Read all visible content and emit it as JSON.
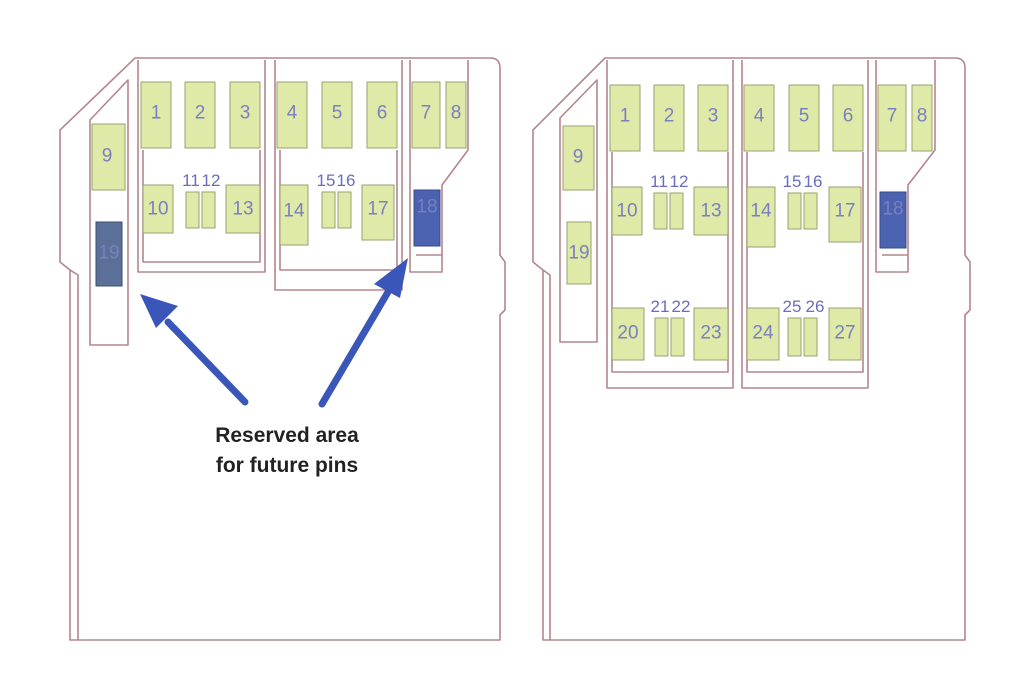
{
  "colors": {
    "card_outline": "#b4868e",
    "pin_fill": "#dfeaa8",
    "pin_stroke": "#9aa070",
    "pin_number": "#7a7fbf",
    "reserved_pin": "#5a7098",
    "reserved_pin_alt": "#4a62b0",
    "arrow": "#3a56b8",
    "annotation_text": "#222222"
  },
  "annotation": {
    "line1": "Reserved area",
    "line2": "for future pins"
  },
  "cards": [
    {
      "id": "left-card",
      "pins": [
        {
          "num": "1",
          "style": "contact"
        },
        {
          "num": "2",
          "style": "contact"
        },
        {
          "num": "3",
          "style": "contact"
        },
        {
          "num": "4",
          "style": "contact"
        },
        {
          "num": "5",
          "style": "contact"
        },
        {
          "num": "6",
          "style": "contact"
        },
        {
          "num": "7",
          "style": "contact"
        },
        {
          "num": "8",
          "style": "contact"
        },
        {
          "num": "9",
          "style": "contact"
        },
        {
          "num": "10",
          "style": "contact"
        },
        {
          "num": "11",
          "style": "small"
        },
        {
          "num": "12",
          "style": "small"
        },
        {
          "num": "13",
          "style": "contact"
        },
        {
          "num": "14",
          "style": "contact"
        },
        {
          "num": "15",
          "style": "small"
        },
        {
          "num": "16",
          "style": "small"
        },
        {
          "num": "17",
          "style": "contact"
        },
        {
          "num": "18",
          "style": "reserved"
        },
        {
          "num": "19",
          "style": "reserved"
        }
      ]
    },
    {
      "id": "right-card",
      "pins": [
        {
          "num": "1",
          "style": "contact"
        },
        {
          "num": "2",
          "style": "contact"
        },
        {
          "num": "3",
          "style": "contact"
        },
        {
          "num": "4",
          "style": "contact"
        },
        {
          "num": "5",
          "style": "contact"
        },
        {
          "num": "6",
          "style": "contact"
        },
        {
          "num": "7",
          "style": "contact"
        },
        {
          "num": "8",
          "style": "contact"
        },
        {
          "num": "9",
          "style": "contact"
        },
        {
          "num": "10",
          "style": "contact"
        },
        {
          "num": "11",
          "style": "small"
        },
        {
          "num": "12",
          "style": "small"
        },
        {
          "num": "13",
          "style": "contact"
        },
        {
          "num": "14",
          "style": "contact"
        },
        {
          "num": "15",
          "style": "small"
        },
        {
          "num": "16",
          "style": "small"
        },
        {
          "num": "17",
          "style": "contact"
        },
        {
          "num": "18",
          "style": "reserved"
        },
        {
          "num": "19",
          "style": "contact"
        },
        {
          "num": "20",
          "style": "contact"
        },
        {
          "num": "21",
          "style": "small"
        },
        {
          "num": "22",
          "style": "small"
        },
        {
          "num": "23",
          "style": "contact"
        },
        {
          "num": "24",
          "style": "contact"
        },
        {
          "num": "25",
          "style": "small"
        },
        {
          "num": "26",
          "style": "small"
        },
        {
          "num": "27",
          "style": "contact"
        }
      ]
    }
  ]
}
